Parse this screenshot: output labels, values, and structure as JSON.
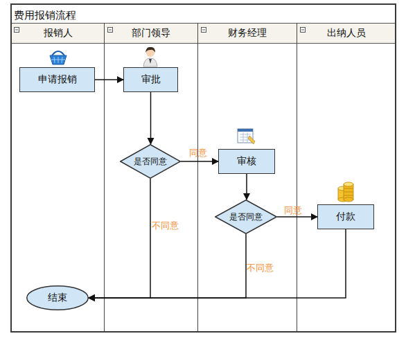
{
  "diagram": {
    "nodes": [
      {
        "text": [
          "费用报销流程"
        ]
      },
      {
        "text": [
          "报销人"
        ],
        "in": 0
      },
      {
        "text": [
          "部门领导"
        ],
        "in": 0
      },
      {
        "text": [
          "财务经理"
        ],
        "in": 0
      },
      {
        "text": [
          "出纳人员"
        ],
        "in": 0
      },
      {
        "text": [
          "申请报销"
        ],
        "in": 1
      },
      {
        "text": [
          "审批"
        ],
        "in": 2
      },
      {
        "text": [
          "是否同意"
        ],
        "in": 2
      },
      {
        "text": [
          "审核"
        ],
        "in": 3
      },
      {
        "text": [
          "是否同意"
        ],
        "in": 3
      },
      {
        "text": [
          "付款"
        ],
        "in": 4
      },
      {
        "text": [
          "结束"
        ],
        "in": 1
      }
    ],
    "edges": [
      {
        "from": 5,
        "to": 6,
        "arrow": "to"
      },
      {
        "from": 6,
        "to": 7,
        "arrow": "to"
      },
      {
        "from": 7,
        "to": 8,
        "label": "同意",
        "arrow": "to"
      },
      {
        "from": 8,
        "to": 9,
        "arrow": "to"
      },
      {
        "from": 9,
        "to": 10,
        "label": "同意",
        "arrow": "to"
      },
      {
        "from": 7,
        "to": 11,
        "label": "不同意",
        "arrow": "to"
      },
      {
        "from": 9,
        "to": 11,
        "label": "不同意",
        "arrow": "to"
      },
      {
        "from": 10,
        "to": 11,
        "arrow": "to"
      }
    ]
  }
}
